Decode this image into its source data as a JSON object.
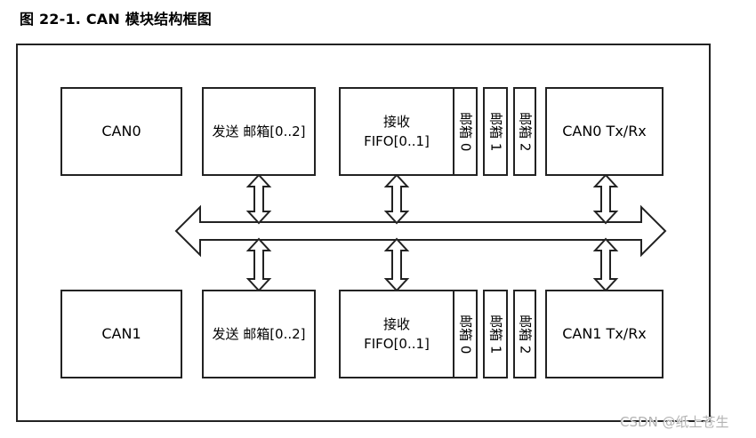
{
  "figure": {
    "title": "图 22-1. CAN 模块结构框图",
    "watermark": "CSDN @纸上苍生"
  },
  "blocks": {
    "can0": {
      "controller": "CAN0",
      "tx_mailbox": "发送 邮箱[0..2]",
      "rx_fifo": [
        "接收",
        "FIFO[0..1]"
      ],
      "mailboxes": [
        "邮箱 0",
        "邮箱 1",
        "邮箱 2"
      ],
      "txrx": "CAN0 Tx/Rx"
    },
    "can1": {
      "controller": "CAN1",
      "tx_mailbox": "发送 邮箱[0..2]",
      "rx_fifo": [
        "接收",
        "FIFO[0..1]"
      ],
      "mailboxes": [
        "邮箱 0",
        "邮箱 1",
        "邮箱 2"
      ],
      "txrx": "CAN1 Tx/Rx"
    }
  },
  "colors": {
    "line": "#222222",
    "text": "#000000",
    "watermark": "#b3b3b3",
    "background": "#ffffff"
  }
}
